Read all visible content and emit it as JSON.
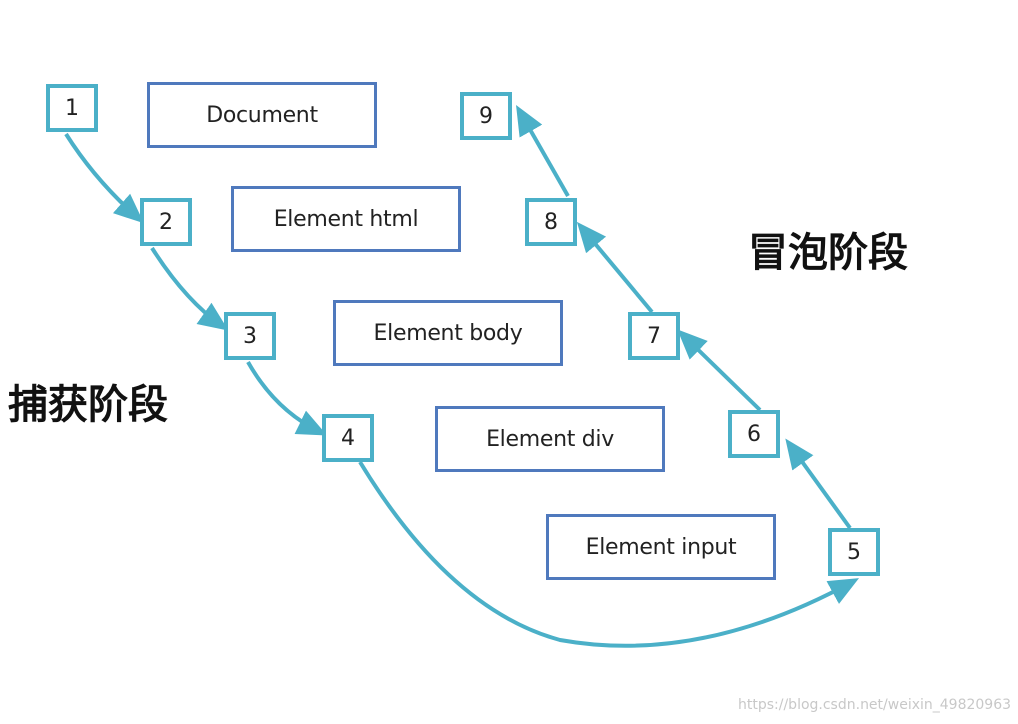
{
  "diagram": {
    "elements": [
      {
        "id": "document",
        "label": "Document"
      },
      {
        "id": "html",
        "label": "Element html"
      },
      {
        "id": "body",
        "label": "Element body"
      },
      {
        "id": "div",
        "label": "Element div"
      },
      {
        "id": "input",
        "label": "Element input"
      }
    ],
    "steps": [
      "1",
      "2",
      "3",
      "4",
      "5",
      "6",
      "7",
      "8",
      "9"
    ],
    "capture_label": "捕获阶段",
    "bubble_label": "冒泡阶段",
    "watermark": "https://blog.csdn.net/weixin_49820963",
    "colors": {
      "step_border": "#4bb0c8",
      "element_border": "#4f79bd",
      "arrow": "#4bb0c8"
    }
  }
}
